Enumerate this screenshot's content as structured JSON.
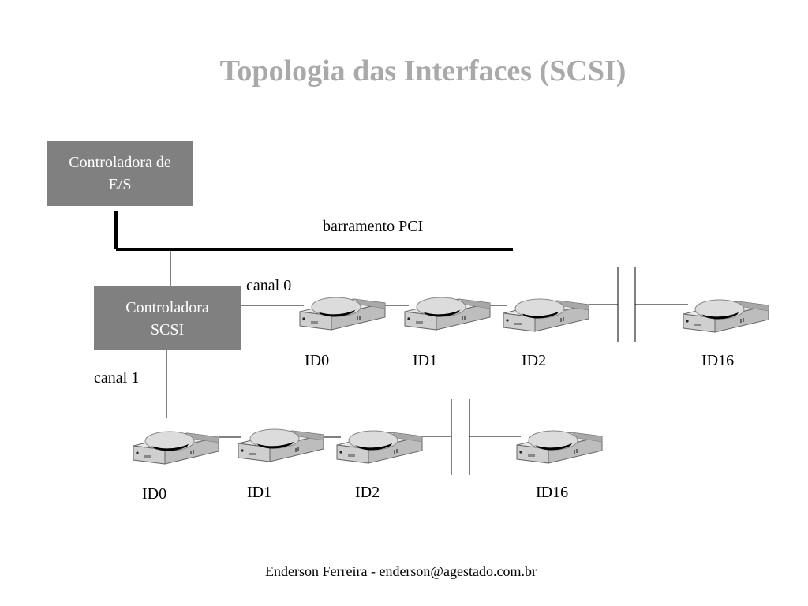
{
  "title": "Topologia das Interfaces (SCSI)",
  "io_controller": {
    "line1": "Controladora de",
    "line2": "E/S"
  },
  "scsi_controller": {
    "line1": "Controladora",
    "line2": "SCSI"
  },
  "bus_label": "barramento PCI",
  "channels": [
    {
      "label": "canal 0",
      "devices": [
        "ID0",
        "ID1",
        "ID2",
        "ID16"
      ]
    },
    {
      "label": "canal 1",
      "devices": [
        "ID0",
        "ID1",
        "ID2",
        "ID16"
      ]
    }
  ],
  "footer": "Enderson Ferreira - enderson@agestado.com.br",
  "colors": {
    "title": "#a9a9a9",
    "controller_box": "#808080"
  },
  "icons": {
    "device": "hard-disk-icon"
  }
}
